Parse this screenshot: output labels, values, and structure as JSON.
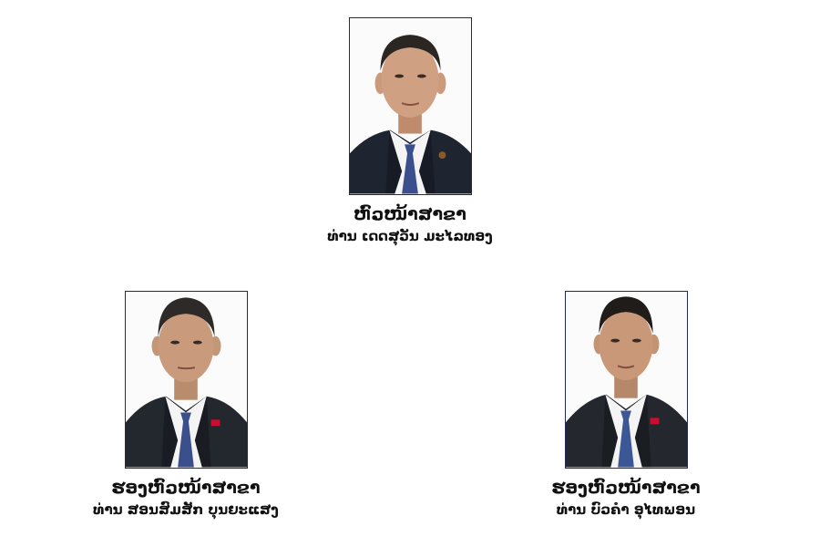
{
  "chair": {
    "role": "ຫົວໜ້າສາຂາ",
    "name": "ທ່ານ ເດດສຸວັນ ມະໄລທອງ",
    "pin_color": "#8a5a2b"
  },
  "vice_left": {
    "role": "ຮອງຫົວໜ້າສາຂາ",
    "name": "ທ່ານ ສອນສົມສັກ ບຸນຍະແສງ",
    "pin_color": "#c8102e"
  },
  "vice_right": {
    "role": "ຮອງຫົວໜ້າສາຂາ",
    "name": "ທ່ານ ບົວຄຳ ອຸໄທພອນ",
    "pin_color": "#c8102e"
  },
  "colors": {
    "suit": "#1e2430",
    "tie": "#3a4f8c",
    "shirt": "#f4f4f4",
    "skin": "#c99a7c",
    "hair": "#2b2622",
    "frame": "#1f2a56"
  }
}
